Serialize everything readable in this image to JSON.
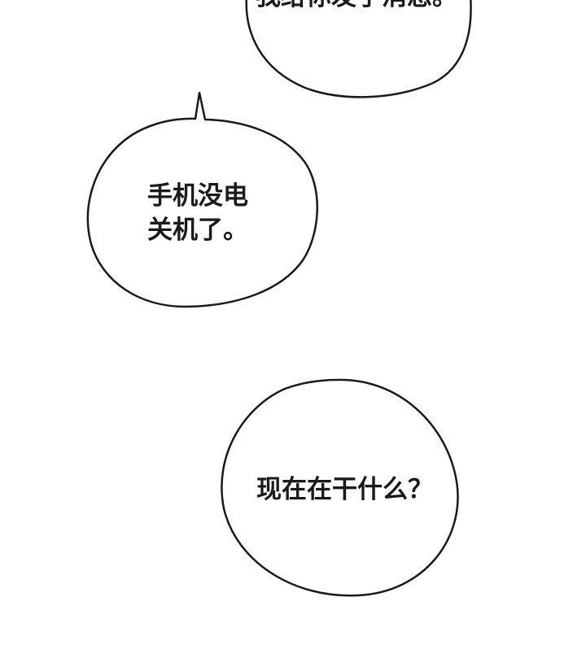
{
  "panel": {
    "background_color": "#ffffff",
    "stroke_color": "#1a1a1a"
  },
  "bubbles": {
    "top": {
      "line1": "我给你发了消息。"
    },
    "middle": {
      "line1": "手机没电",
      "line2": "关机了。"
    },
    "bottom": {
      "line1": "现在在干什么？"
    }
  }
}
